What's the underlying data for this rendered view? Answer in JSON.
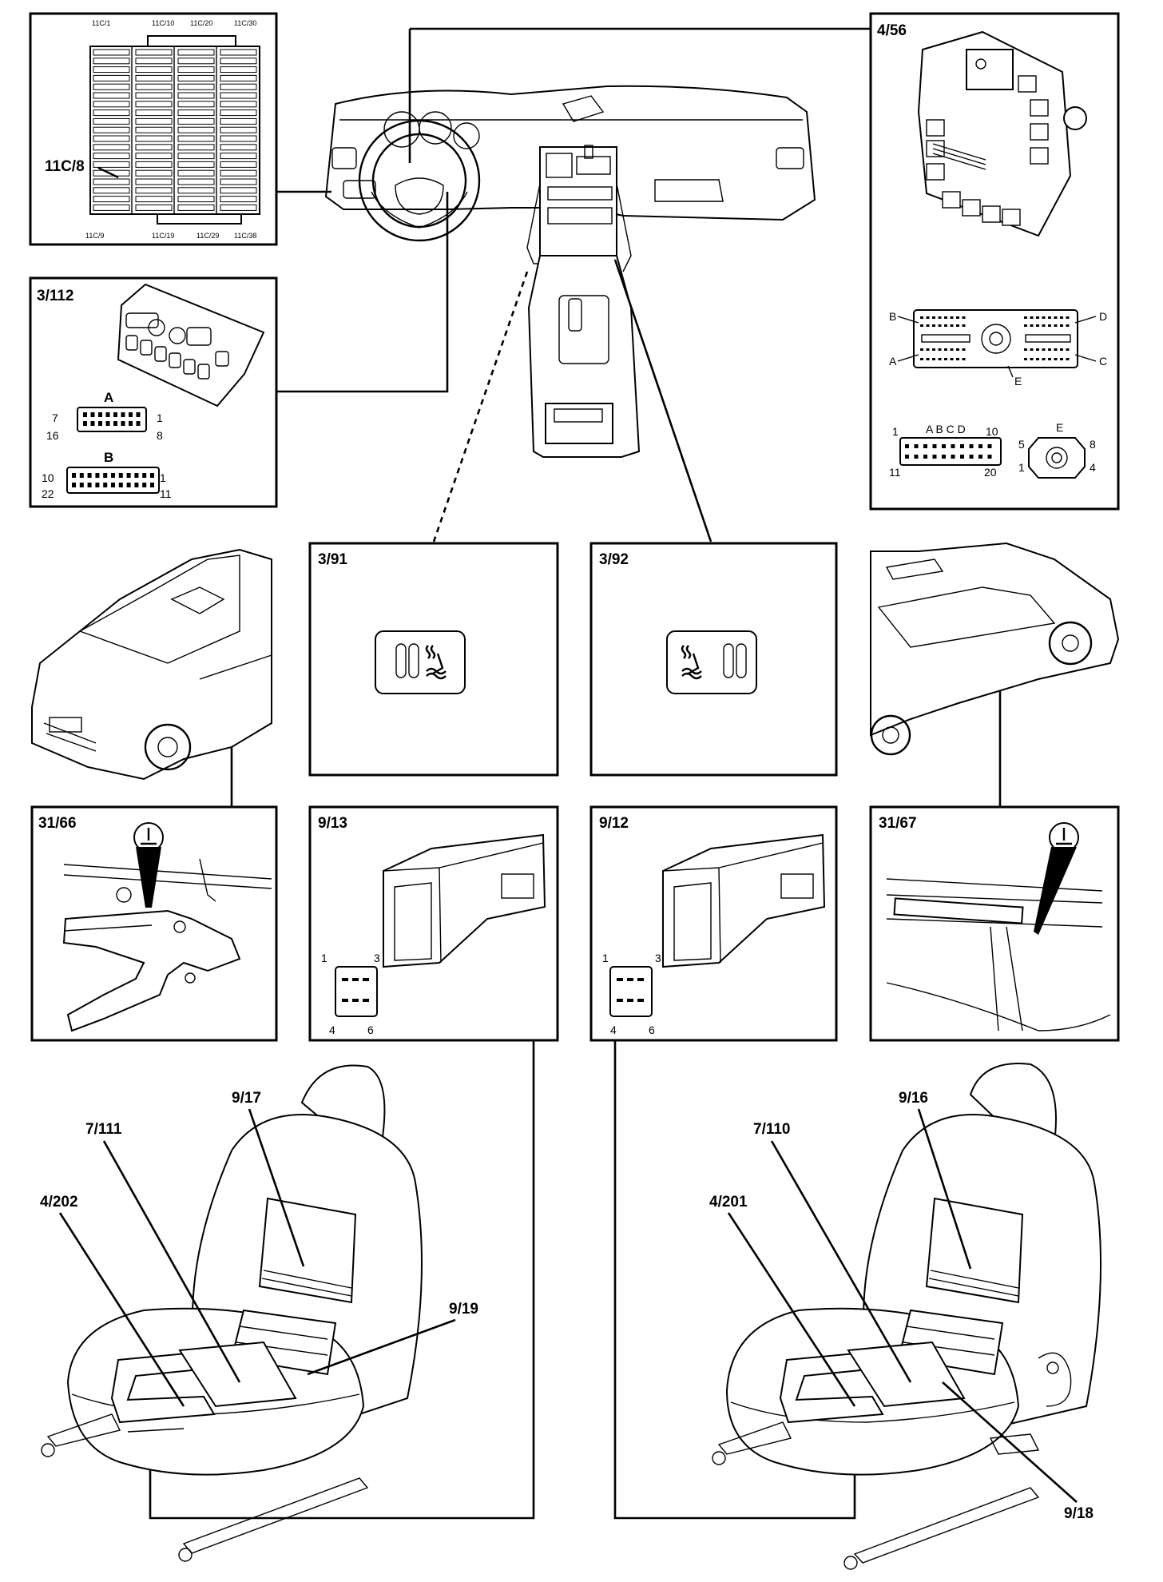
{
  "panels": {
    "fusebox": {
      "callout": "11C/8",
      "top_labels": [
        "11C/1",
        "11C/10",
        "11C/20",
        "11C/30"
      ],
      "bottom_labels": [
        "11C/9",
        "11C/19",
        "11C/29",
        "11C/38"
      ]
    },
    "climate_module": {
      "title": "3/112",
      "connector_a": {
        "label": "A",
        "pins": [
          "7",
          "1",
          "16",
          "8"
        ]
      },
      "connector_b": {
        "label": "B",
        "pins": [
          "10",
          "1",
          "22",
          "11"
        ]
      }
    },
    "central_unit": {
      "title": "4/56",
      "connector_letters": [
        "B",
        "D",
        "A",
        "C",
        "E"
      ],
      "connector_detail": {
        "letters": "A B C D",
        "pins": [
          "1",
          "10",
          "11",
          "20"
        ]
      },
      "e_connector": {
        "label": "E",
        "pins": [
          "5",
          "8",
          "1",
          "4"
        ]
      }
    },
    "switch_left": {
      "title": "3/91"
    },
    "switch_right": {
      "title": "3/92"
    },
    "ground_left": {
      "title": "31/66"
    },
    "ground_right": {
      "title": "31/67"
    },
    "connector_left": {
      "title": "9/13",
      "pins": [
        "1",
        "3",
        "4",
        "6"
      ]
    },
    "connector_right": {
      "title": "9/12",
      "pins": [
        "1",
        "3",
        "4",
        "6"
      ]
    }
  },
  "seat_left": {
    "labels": [
      "9/17",
      "7/111",
      "4/202",
      "9/19"
    ]
  },
  "seat_right": {
    "labels": [
      "9/16",
      "7/110",
      "4/201",
      "9/18"
    ]
  },
  "icons": {
    "ground_symbol": "ground-symbol-icon",
    "seat_heat": "seat-heater-icon"
  }
}
